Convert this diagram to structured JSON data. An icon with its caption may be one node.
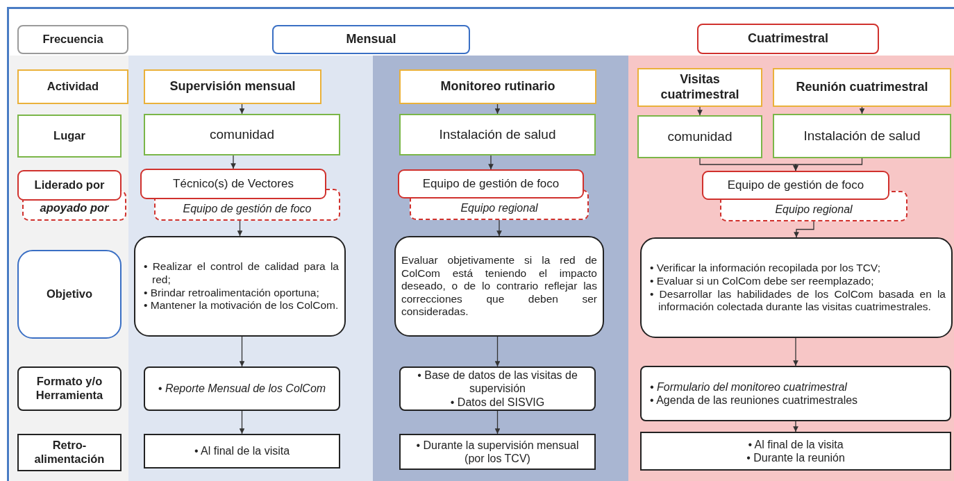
{
  "diagram": {
    "nodes": [
      {
        "text": [
          "Frecuencia"
        ]
      },
      {
        "text": [
          "Mensual"
        ]
      },
      {
        "text": [
          "Cuatrimestral"
        ]
      },
      {
        "text": [
          "Actividad"
        ]
      },
      {
        "text": [
          "Supervisión mensual"
        ]
      },
      {
        "text": [
          "Monitoreo rutinario"
        ]
      },
      {
        "text": [
          "Visitas cuatrimestral"
        ]
      },
      {
        "text": [
          "Reunión cuatrimestral"
        ]
      },
      {
        "text": [
          "Lugar"
        ]
      },
      {
        "text": [
          "comunidad"
        ]
      },
      {
        "text": [
          "Instalación de salud"
        ]
      },
      {
        "text": [
          "comunidad"
        ]
      },
      {
        "text": [
          "Instalación de salud"
        ]
      },
      {
        "text": [
          "Liderado por"
        ]
      },
      {
        "text": [
          "apoyado por"
        ]
      },
      {
        "text": [
          "Técnico(s) de Vectores"
        ]
      },
      {
        "text": [
          "Equipo de gestión de foco"
        ]
      },
      {
        "text": [
          "Equipo de gestión de foco"
        ]
      },
      {
        "text": [
          "Equipo regional"
        ]
      },
      {
        "text": [
          "Equipo de gestión de foco"
        ]
      },
      {
        "text": [
          "Equipo regional"
        ]
      },
      {
        "text": [
          "Objetivo"
        ]
      },
      {
        "text": [
          "• Realizar el control de calidad para la red;",
          "• Brindar retroalimentación oportuna;",
          "• Mantener la motivación de los ColCom."
        ]
      },
      {
        "text": [
          "Evaluar objetivamente si la red de ColCom está teniendo el impacto deseado, o de lo contrario reflejar las correcciones que deben ser consideradas."
        ]
      },
      {
        "text": [
          "• Verificar la información recopilada por los TCV;",
          "• Evaluar si un ColCom debe ser reemplazado;",
          "• Desarrollar las habilidades de los ColCom basada en la información colectada durante las visitas cuatrimestrales."
        ]
      },
      {
        "text": [
          "Formato y/o Herramienta"
        ]
      },
      {
        "text": [
          "• Reporte Mensual de los ColCom"
        ]
      },
      {
        "text": [
          "• Base de datos de las visitas de supervisión",
          "• Datos del SISVIG"
        ]
      },
      {
        "text": [
          "• Formulario del monitoreo cuatrimestral",
          "• Agenda de las reuniones cuatrimestrales"
        ]
      },
      {
        "text": [
          "Retro-alimentación"
        ]
      },
      {
        "text": [
          "• Al final de la visita"
        ]
      },
      {
        "text": [
          "• Durante la supervisión mensual (por los TCV)"
        ]
      },
      {
        "text": [
          "• Al final de la visita",
          "• Durante la reunión"
        ]
      }
    ],
    "edges": [
      {
        "from": 4,
        "to": 9,
        "arrow": "to"
      },
      {
        "from": 9,
        "to": 15,
        "arrow": "to"
      },
      {
        "from": 16,
        "to": 22,
        "arrow": "to"
      },
      {
        "from": 22,
        "to": 26,
        "arrow": "to"
      },
      {
        "from": 26,
        "to": 30,
        "arrow": "to"
      },
      {
        "from": 5,
        "to": 10,
        "arrow": "to"
      },
      {
        "from": 10,
        "to": 17,
        "arrow": "to"
      },
      {
        "from": 18,
        "to": 23,
        "arrow": "to"
      },
      {
        "from": 23,
        "to": 27,
        "arrow": "to"
      },
      {
        "from": 27,
        "to": 31,
        "arrow": "to"
      },
      {
        "from": 6,
        "to": 11,
        "arrow": "to"
      },
      {
        "from": 7,
        "to": 12,
        "arrow": "to"
      },
      {
        "from": 11,
        "to": 19,
        "arrow": "to"
      },
      {
        "from": 12,
        "to": 19,
        "arrow": "to"
      },
      {
        "from": 20,
        "to": 24,
        "arrow": "to"
      },
      {
        "from": 24,
        "to": 28,
        "arrow": "to"
      },
      {
        "from": 28,
        "to": 32,
        "arrow": "to"
      }
    ]
  }
}
